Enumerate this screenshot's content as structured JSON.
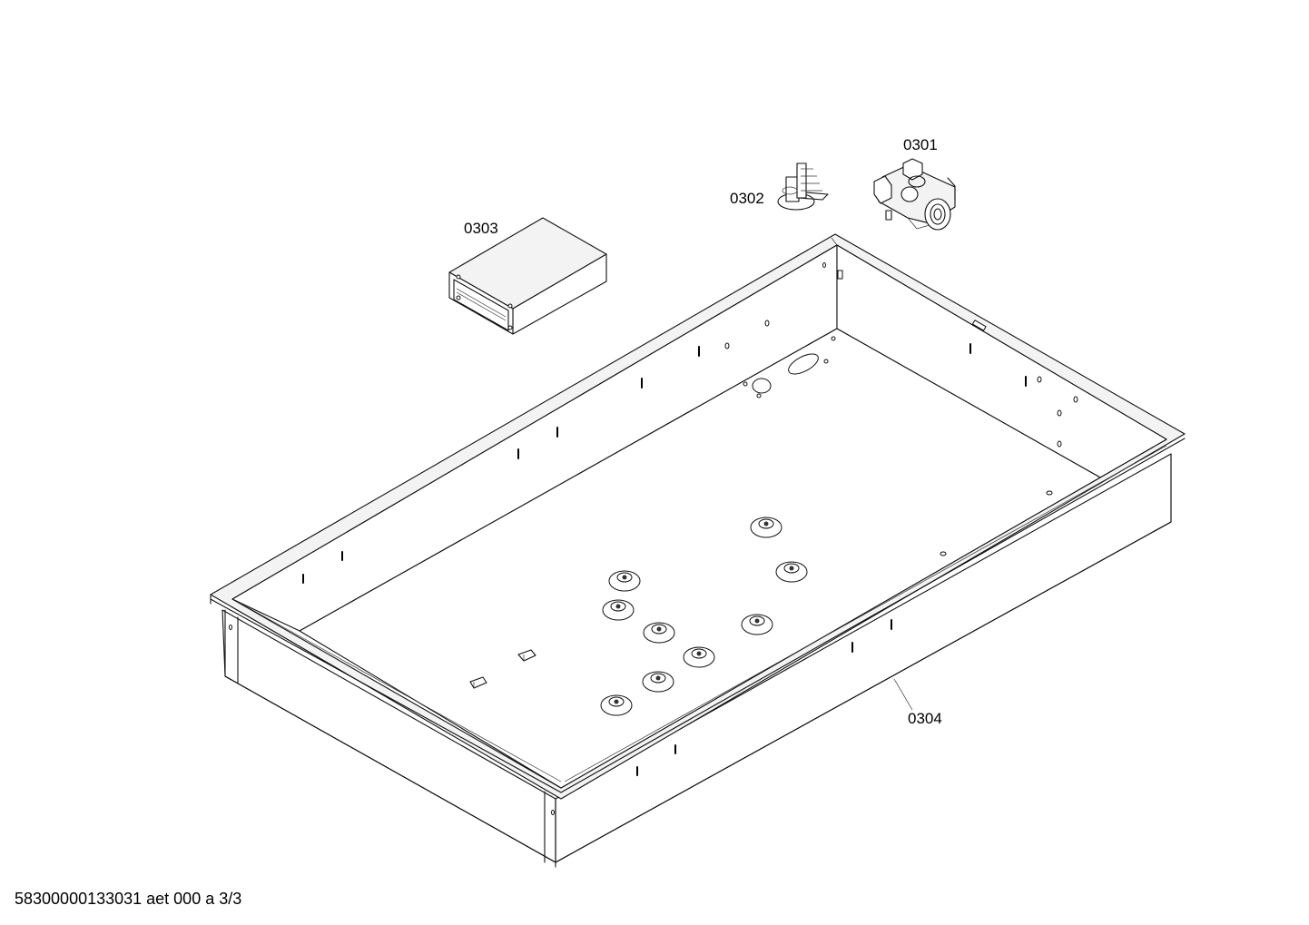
{
  "parts": {
    "valve": {
      "label": "0301",
      "icon": "gas-valve-icon"
    },
    "connector": {
      "label": "0302",
      "icon": "terminal-connector-icon"
    },
    "box": {
      "label": "0303",
      "icon": "rectangular-box-icon"
    },
    "tray": {
      "label": "0304",
      "icon": "cooktop-tray-icon"
    }
  },
  "footer": {
    "document_code": "58300000133031 aet 000 a 3/3"
  },
  "colors": {
    "line": "#111111",
    "background": "#ffffff"
  }
}
